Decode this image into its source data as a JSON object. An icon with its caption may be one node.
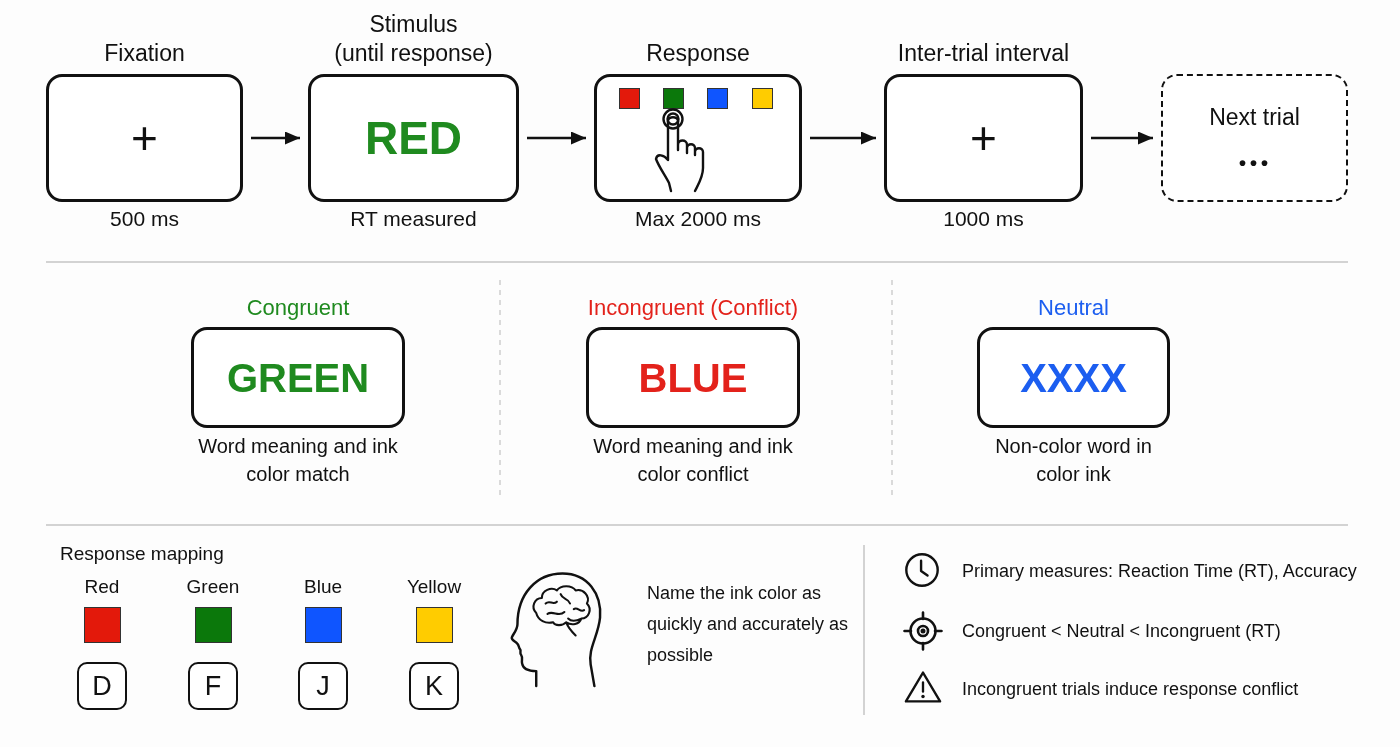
{
  "diagram": {
    "nodes": [
      {
        "text": [
          "Fixation",
          "+"
        ],
        "beside": [
          "500 ms"
        ]
      },
      {
        "text": [
          "Stimulus (until response)",
          "RED"
        ],
        "beside": [
          "RT measured"
        ]
      },
      {
        "text": [
          "Response"
        ],
        "beside": [
          "Max 2000 ms"
        ]
      },
      {
        "text": [
          "Inter-trial interval",
          "+"
        ],
        "beside": [
          "1000 ms"
        ]
      },
      {
        "text": [
          "Next trial",
          "..."
        ]
      },
      {
        "text": [
          "Congruent",
          "GREEN"
        ],
        "beside": [
          "Word meaning and ink color match"
        ]
      },
      {
        "text": [
          "Incongruent (Conflict)",
          "BLUE"
        ],
        "beside": [
          "Word meaning and ink color conflict"
        ]
      },
      {
        "text": [
          "Neutral",
          "XXXX"
        ],
        "beside": [
          "Non-color word in color ink"
        ]
      },
      {
        "text": [
          "D"
        ]
      },
      {
        "text": [
          "F"
        ]
      },
      {
        "text": [
          "J"
        ]
      },
      {
        "text": [
          "K"
        ]
      }
    ],
    "edges": [
      {
        "from": 0,
        "to": 1,
        "arrow": "to"
      },
      {
        "from": 1,
        "to": 2,
        "arrow": "to"
      },
      {
        "from": 2,
        "to": 3,
        "arrow": "to"
      },
      {
        "from": 3,
        "to": 4,
        "arrow": "to"
      }
    ],
    "labels": [
      "Response mapping",
      "Red",
      "Green",
      "Blue",
      "Yellow",
      "Name the ink color as quickly and accurately as possible",
      "Primary measures: Reaction Time (RT), Accuracy",
      "Congruent < Neutral < Incongruent (RT)",
      "Incongruent trials induce response conflict"
    ]
  }
}
